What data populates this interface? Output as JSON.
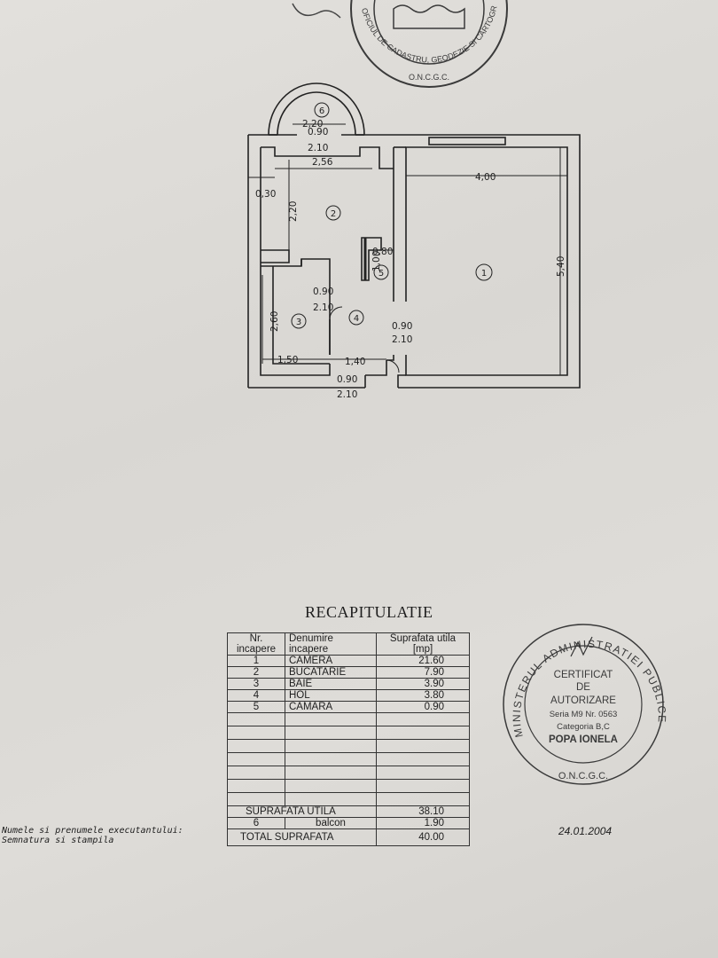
{
  "plan": {
    "rooms": [
      {
        "number": "1"
      },
      {
        "number": "2"
      },
      {
        "number": "3"
      },
      {
        "number": "4"
      },
      {
        "number": "5"
      },
      {
        "number": "6"
      }
    ],
    "dimensions": {
      "d_balcony_width": "2,20",
      "d_balcony_door_w": "0.90",
      "d_balcony_door_h": "2.10",
      "d_kitchen_width": "2,56",
      "d_wall_thickness": "0,30",
      "d_kitchen_depth": "2,20",
      "d_room_width": "4,00",
      "d_room_depth": "5,40",
      "d_pantry_width": "0,80",
      "d_pantry_depth": "1,00",
      "d_bath_door_w": "0.90",
      "d_bath_door_h": "2.10",
      "d_room_door_w": "0.90",
      "d_room_door_h": "2.10",
      "d_bath_depth": "2,60",
      "d_bath_width": "1,50",
      "d_hall_width": "1,40",
      "d_entry_door_w": "0.90",
      "d_entry_door_h": "2.10"
    }
  },
  "recap": {
    "title": "RECAPITULATIE",
    "headers": {
      "nr_line1": "Nr.",
      "nr_line2": "incapere",
      "name_line1": "Denumire",
      "name_line2": "incapere",
      "area_line1": "Suprafata utila",
      "area_line2": "[mp]"
    },
    "rows": [
      {
        "nr": "1",
        "name": "CAMERA",
        "area": "21.60"
      },
      {
        "nr": "2",
        "name": "BUCATARIE",
        "area": "7.90"
      },
      {
        "nr": "3",
        "name": "BAIE",
        "area": "3.90"
      },
      {
        "nr": "4",
        "name": "HOL",
        "area": "3.80"
      },
      {
        "nr": "5",
        "name": "CAMARA",
        "area": "0.90"
      }
    ],
    "useful_area_label": "SUPRAFATA UTILA",
    "useful_area_value": "38.10",
    "balcony_nr": "6",
    "balcony_label": "balcon",
    "balcony_value": "1.90",
    "total_label": "TOTAL SUPRAFATA",
    "total_value": "40.00"
  },
  "executant": {
    "line1": "Numele si prenumele executantului:",
    "line2": "Semnatura si stampila"
  },
  "date": "24.01.2004",
  "stamp_right": {
    "ring_text": "MINISTERUL ADMINISTRATIEI PUBLICE",
    "bottom_text": "O.N.C.G.C.",
    "line1": "CERTIFICAT",
    "line2": "DE",
    "line3": "AUTORIZARE",
    "line4": "Seria M9 Nr. 0563",
    "line5": "Categoria B,C",
    "line6": "POPA IONELA"
  },
  "stamp_top": {
    "ring_text": "OFICIUL DE CADASTRU, GEODEZIE SI CARTOGRAFIE",
    "bottom_text": "O.N.C.G.C."
  },
  "colors": {
    "ink": "#1e1e1e",
    "paper": "#dcdad6",
    "stamp_ink": "#3a3a3a"
  }
}
